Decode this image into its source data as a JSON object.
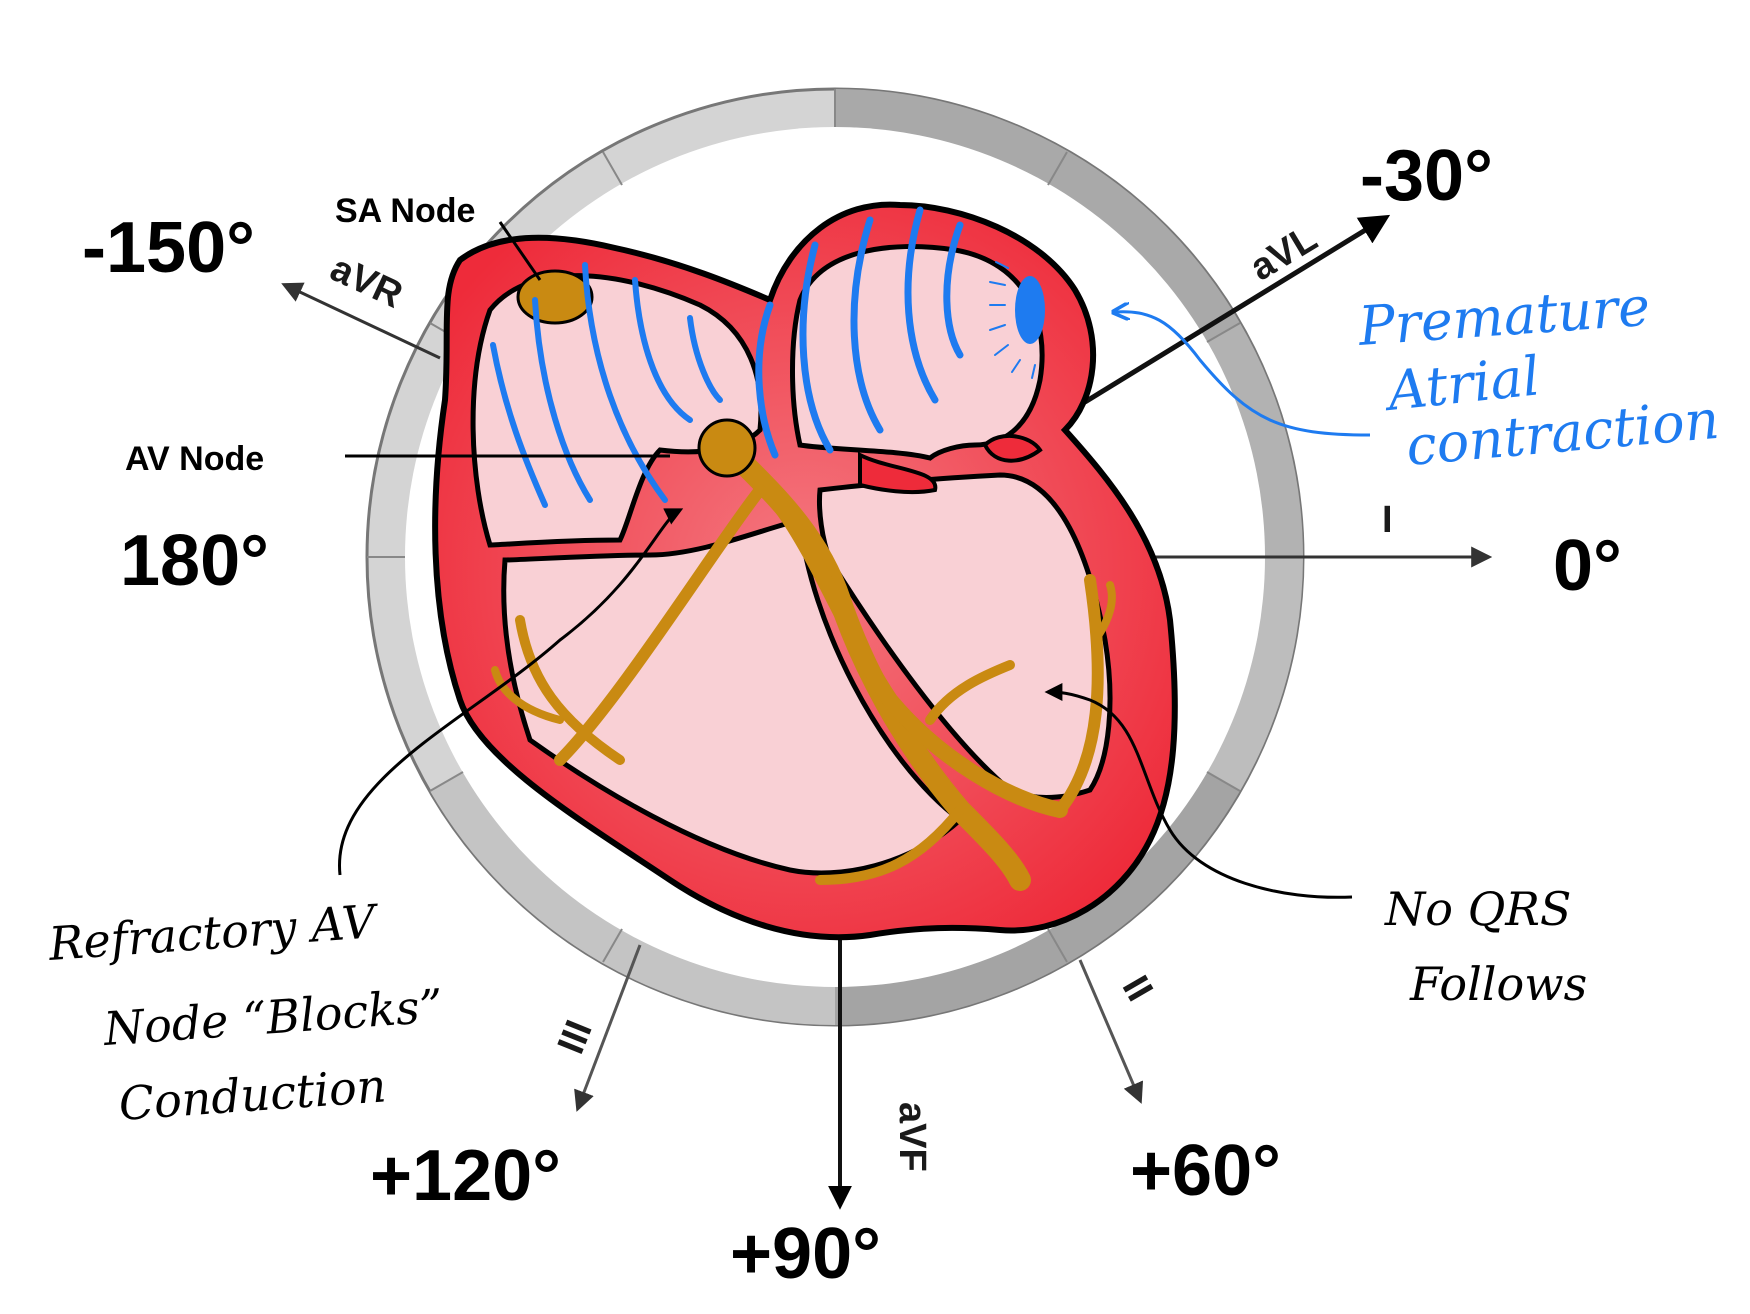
{
  "degree_labels": {
    "minus30": "-30°",
    "minus150": "-150°",
    "deg180": "180°",
    "deg0": "0°",
    "plus120": "+120°",
    "plus90": "+90°",
    "plus60": "+60°"
  },
  "lead_labels": {
    "aVR": "aVR",
    "aVL": "aVL",
    "I": "I",
    "II": "II",
    "III": "III",
    "aVF": "aVF"
  },
  "node_labels": {
    "sa_node": "SA Node",
    "av_node": "AV Node"
  },
  "annotations": {
    "premature": [
      "Premature",
      "Atrial",
      "contraction"
    ],
    "refractory": [
      "Refractory AV",
      "Node “Blocks”",
      "Conduction"
    ],
    "no_qrs": [
      "No QRS",
      "Follows"
    ]
  },
  "colors": {
    "heart_wall": "#ee2b3a",
    "heart_chamber": "#f8c7cc",
    "conduction": "#c98a12",
    "impulse": "#1e7bf0",
    "sector_light": "#d6d6d6",
    "sector_dark": "#a8a8a8"
  }
}
